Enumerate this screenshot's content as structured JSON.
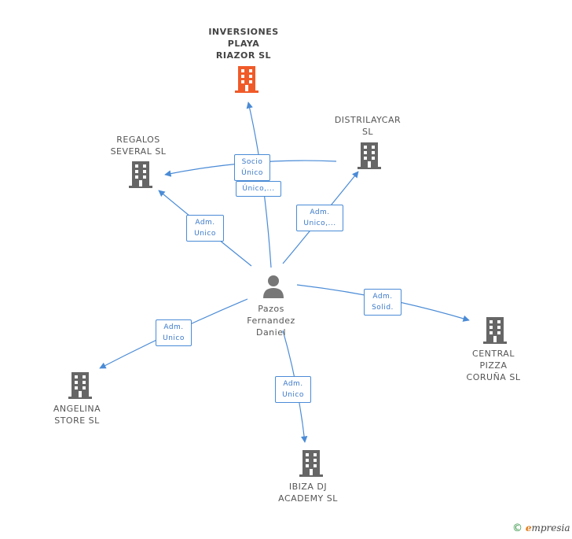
{
  "nodes": {
    "person": {
      "name": "Pazos\nFernandez\nDaniel"
    },
    "inversiones": {
      "name": "INVERSIONES\nPLAYA\nRIAZOR SL"
    },
    "regalos": {
      "name": "REGALOS\nSEVERAL SL"
    },
    "distrilaycar": {
      "name": "DISTRILAYCAR\nSL"
    },
    "central": {
      "name": "CENTRAL\nPIZZA\nCORUÑA SL"
    },
    "angelina": {
      "name": "ANGELINA\nSTORE SL"
    },
    "ibiza": {
      "name": "IBIZA DJ\nACADEMY SL"
    }
  },
  "edges": {
    "socio_unico": "Socio\nÚnico",
    "unico_trunc": "Único,...",
    "adm_unico_regalos": "Adm.\nUnico",
    "adm_unico_distri": "Adm.\nUnico,...",
    "adm_solid": "Adm.\nSolid.",
    "adm_unico_angelina": "Adm.\nUnico",
    "adm_unico_ibiza": "Adm.\nUnico"
  },
  "footer": {
    "copyright": "©",
    "brand_e": "e",
    "brand_rest": "mpresia"
  },
  "colors": {
    "edge": "#4a8bd6",
    "highlight_building": "#f05a28",
    "building": "#666666",
    "person": "#777777"
  }
}
